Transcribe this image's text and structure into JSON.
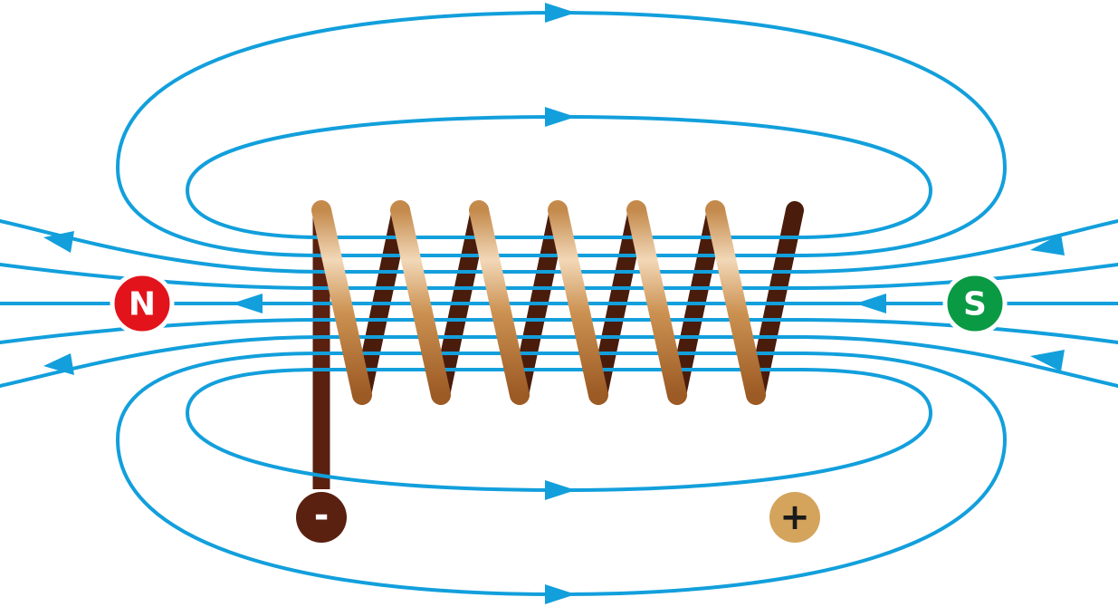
{
  "poles": {
    "north": {
      "label": "N",
      "color": "#e3131b"
    },
    "south": {
      "label": "S",
      "color": "#0a9a44"
    }
  },
  "terminals": {
    "negative": {
      "label": "-",
      "color": "#5a2010"
    },
    "positive": {
      "label": "+",
      "color": "#d4a45c"
    }
  },
  "colors": {
    "field_lines": "#129fdc",
    "coil_light": "#f1d2ad",
    "coil_mid": "#c98c48",
    "coil_dark": "#9a5a22",
    "coil_back": "#4a1c0c"
  },
  "coil": {
    "turns": 6
  }
}
